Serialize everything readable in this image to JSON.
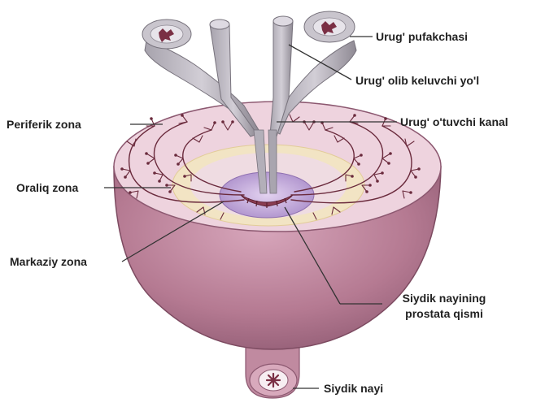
{
  "labels": {
    "seminal_vesicle": "Urug' pufakchasi",
    "vas_deferens": "Urug' olib keluvchi yo'l",
    "ejaculatory_duct": "Urug' o'tuvchi kanal",
    "peripheral_zone": "Periferik zona",
    "transition_zone": "Oraliq zona",
    "central_zone": "Markaziy zona",
    "prostatic_urethra_line1": "Siydik nayining",
    "prostatic_urethra_line2": "prostata qismi",
    "urethra": "Siydik nayi"
  },
  "colors": {
    "gland_outer": "#b57a92",
    "gland_outer_dark": "#8c5870",
    "cut_surface": "#eed3de",
    "transition_zone_fill": "#f2e4c4",
    "central_zone_fill": "#c2a8dc",
    "urethra_center": "#8a3d52",
    "duct_tree": "#6a2a3c",
    "tubes": "#b9b5bd",
    "tubes_dark": "#8f8a94",
    "leader_lines": "#333333"
  }
}
